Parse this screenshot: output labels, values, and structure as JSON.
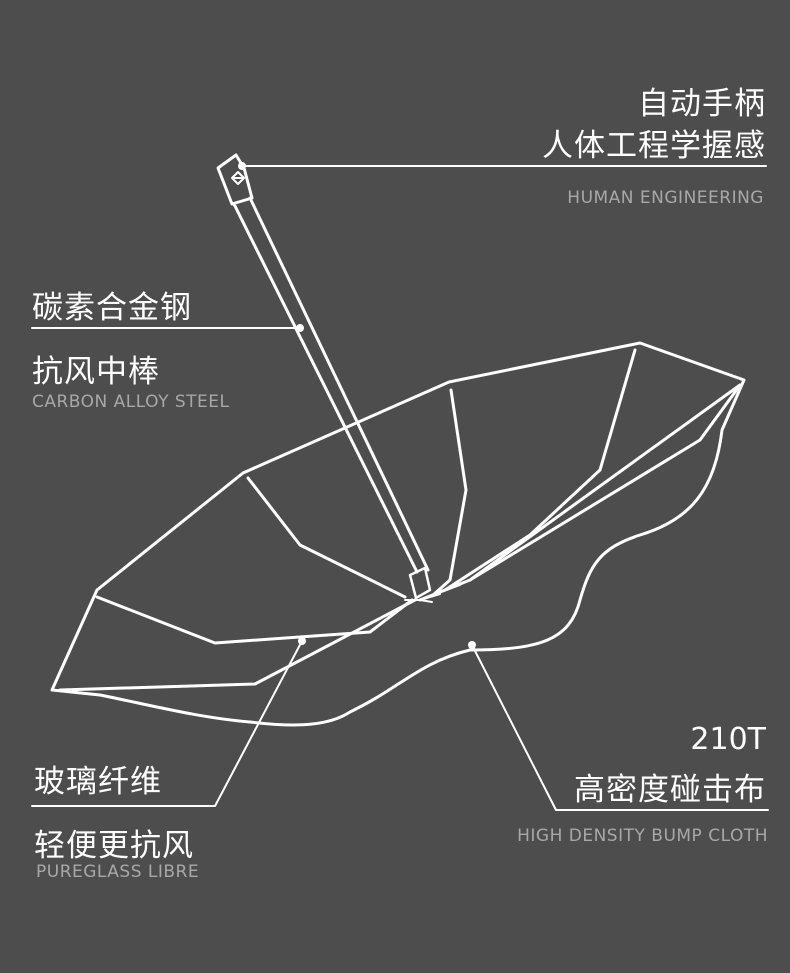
{
  "colors": {
    "background": "#4d4d4d",
    "line": "#ffffff",
    "subtitle": "#a8a8a8"
  },
  "handle": {
    "title_line1": "自动手柄",
    "title_line2": "人体工程学握感",
    "subtitle": "HUMAN ENGINEERING"
  },
  "shaft": {
    "title_line1": "碳素合金钢",
    "title_line2": "抗风中棒",
    "subtitle": "CARBON ALLOY STEEL"
  },
  "ribs": {
    "title_line1": "玻璃纤维",
    "title_line2": "轻便更抗风",
    "subtitle": "PUREGLASS LIBRE"
  },
  "cloth": {
    "spec": "210T",
    "title": "高密度碰击布",
    "subtitle": "HIGH DENSITY BUMP CLOTH"
  }
}
